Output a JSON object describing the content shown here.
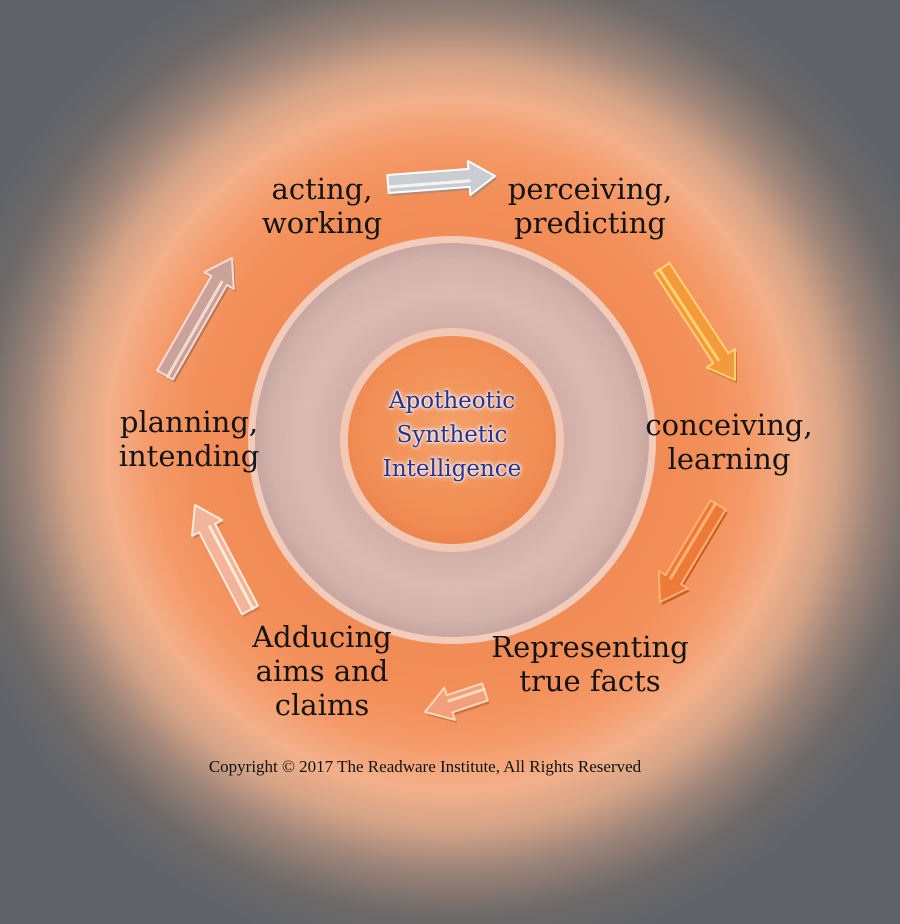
{
  "center": {
    "lines": [
      "Apotheotic",
      "Synthetic",
      "Intelligence"
    ]
  },
  "stages": [
    {
      "name": "acting-working",
      "lines": [
        "acting,",
        "working"
      ]
    },
    {
      "name": "perceiving-predicting",
      "lines": [
        "perceiving,",
        "predicting"
      ]
    },
    {
      "name": "conceiving-learning",
      "lines": [
        "conceiving,",
        "learning"
      ]
    },
    {
      "name": "representing-true-facts",
      "lines": [
        "Representing",
        "true facts"
      ]
    },
    {
      "name": "adducing-aims-claims",
      "lines": [
        "Adducing",
        "aims and",
        "claims"
      ]
    },
    {
      "name": "planning-intending",
      "lines": [
        "planning,",
        "intending"
      ]
    }
  ],
  "arrows": [
    {
      "name": "arrow-acting-to-perceiving",
      "color": "#c9ccd1"
    },
    {
      "name": "arrow-perceiving-to-conceiving",
      "color": "#f39a3c"
    },
    {
      "name": "arrow-conceiving-to-representing",
      "color": "#ee7a3a"
    },
    {
      "name": "arrow-representing-to-adducing",
      "color": "#f0a07c"
    },
    {
      "name": "arrow-adducing-to-planning",
      "color": "#f3b49c"
    },
    {
      "name": "arrow-planning-to-acting",
      "color": "#c9a39a"
    }
  ],
  "copyright": "Copyright © 2017 The Readware Institute,  All Rights Reserved"
}
